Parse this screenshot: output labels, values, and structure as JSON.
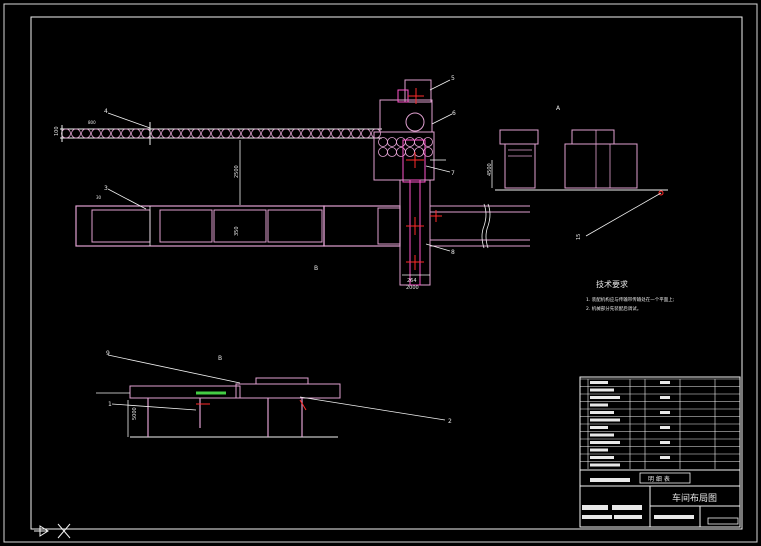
{
  "title_block": {
    "drawing_title": "车间布局图",
    "parts_list_header": "明 细 表"
  },
  "tech_requirements": {
    "title": "技术要求",
    "lines": [
      "1. 装配机构应与传输带传输处在一个平面上;",
      "2. 机械部分先装配后调试。"
    ]
  },
  "view_labels": {
    "view_a": "A",
    "view_b_plan": "B",
    "view_b": "B"
  },
  "balloons": [
    "1",
    "2",
    "3",
    "4",
    "5",
    "6",
    "7",
    "8",
    "9",
    "15"
  ],
  "dimensions": {
    "d_5000": "5000",
    "d_4500": "4500",
    "d_2500": "2500",
    "d_264": "264",
    "d_2000": "2000",
    "d_100": "100",
    "d_30": "30",
    "d_350": "350",
    "d_800": "800"
  },
  "colors": {
    "background": "#000000",
    "frame": "#f2f2f2",
    "geometry": "#e0a0d0",
    "highlight": "#ff55cc",
    "center": "#ff2a2a",
    "accent_green": "#44cc44"
  }
}
